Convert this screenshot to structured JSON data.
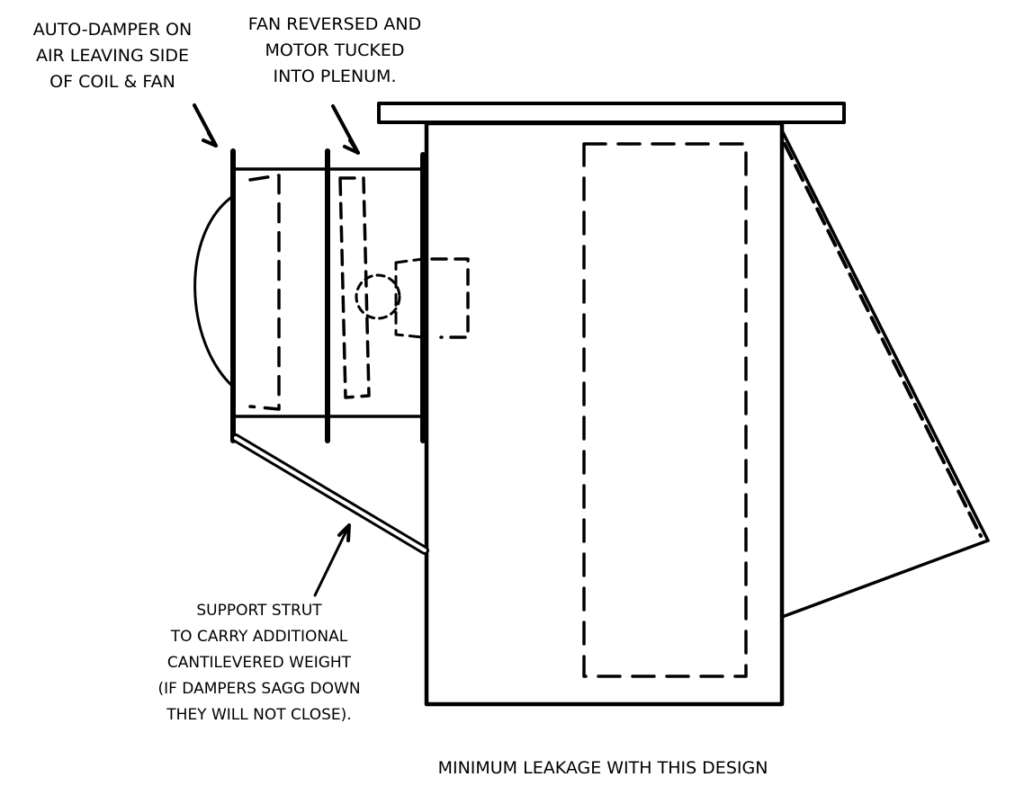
{
  "labels": {
    "damper": [
      "AUTO-DAMPER ON",
      "AIR LEAVING SIDE",
      "OF COIL & FAN"
    ],
    "fan": [
      "FAN REVERSED AND",
      "MOTOR TUCKED",
      "INTO PLENUM."
    ],
    "strut": [
      "SUPPORT STRUT",
      "TO CARRY ADDITIONAL",
      "CANTILEVERED WEIGHT",
      "(IF DAMPERS SAGG DOWN",
      "THEY WILL NOT CLOSE)."
    ],
    "caption": "MINIMUM LEAKAGE WITH THIS DESIGN"
  },
  "colors": {
    "ink": "#000000",
    "background": "#ffffff"
  }
}
